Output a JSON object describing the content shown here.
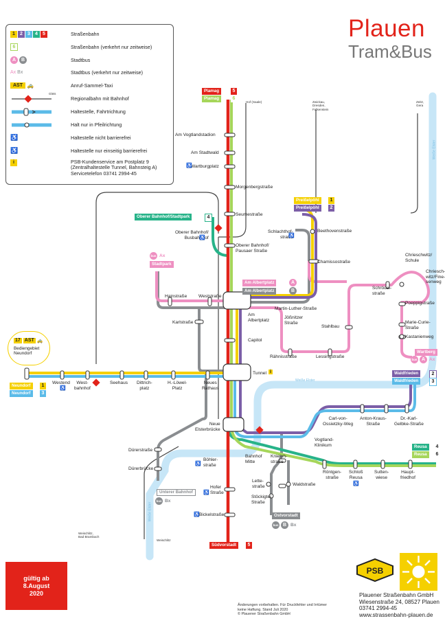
{
  "brand": {
    "line1": "Plauen",
    "line2": "Tram&Bus"
  },
  "legend": {
    "rows": [
      {
        "label": "Straßenbahn",
        "chips": [
          "1",
          "2",
          "3",
          "4",
          "5"
        ]
      },
      {
        "label": "Straßenbahn (verkehrt nur zeitweise)",
        "chips": [
          "6"
        ]
      },
      {
        "label": "Stadtbus",
        "chips": [
          "A",
          "B"
        ]
      },
      {
        "label": "Stadtbus (verkehrt nur zeitweise)",
        "chips": [
          "Ax",
          "Bx"
        ]
      },
      {
        "label": "Anruf-Sammel-Taxi",
        "chips": [
          "AST"
        ]
      },
      {
        "label": "Regionalbahn mit Bahnhof",
        "chips": []
      },
      {
        "label": "Haltestelle, Fahrtrichtung",
        "chips": []
      },
      {
        "label": "Halt nur in Pfeilrichtung",
        "chips": []
      },
      {
        "label": "Haltestelle nicht barrierefrei",
        "chips": []
      },
      {
        "label": "Haltestelle nur einseitig barrierefrei",
        "chips": []
      },
      {
        "label": "PSB-Kundenservice am Postplatz 9\n(Zentralhaltestelle Tunnel, Bahnsteig A)\nServicetelefon 03741 2994-45",
        "chips": [
          "i"
        ]
      }
    ],
    "gleis_label": "Gleis"
  },
  "colors": {
    "line1": "#f5d000",
    "line2": "#7b5ea7",
    "line3": "#5bbbe8",
    "line4": "#27b389",
    "line5": "#e2231a",
    "line6": "#a6d65a",
    "busA": "#ee8fc1",
    "busB": "#8a8d90",
    "river": "#c7e6f7",
    "rail": "#444444"
  },
  "terminals": {
    "plamag5": {
      "name": "Plamag",
      "num": "5"
    },
    "plamag6": {
      "name": "Plamag",
      "num": "6"
    },
    "oberer": {
      "name": "Oberer Bahnhof/Stadtpark",
      "num": "4"
    },
    "preissel1": {
      "name": "Preißelpöhl",
      "num": "1"
    },
    "preissel2": {
      "name": "Preißelpöhl",
      "num": "2"
    },
    "albertA": {
      "name": "Am Albertplatz",
      "num": "A"
    },
    "albertB": {
      "name": "Am Albertplatz",
      "num": "B"
    },
    "stadtpark": {
      "name": "Stadtpark",
      "num": "Ax"
    },
    "neundorf1": {
      "name": "Neundorf",
      "num": "1"
    },
    "neundorf3": {
      "name": "Neundorf",
      "num": "3"
    },
    "waldfrieden2": {
      "name": "Waldfrieden",
      "num": "2"
    },
    "waldfrieden3": {
      "name": "Waldfrieden",
      "num": "3"
    },
    "reusa4": {
      "name": "Reusa",
      "num": "4"
    },
    "reusa6": {
      "name": "Reusa",
      "num": "6"
    },
    "wartberg": {
      "name": "Wartberg",
      "num": "A",
      "num2": "Ax"
    },
    "unterer": {
      "name": "Unterer Bahnhof",
      "num": "Bx"
    },
    "ostvorstadt": {
      "name": "Ostvorstadt",
      "num": "B",
      "num2": "Bx"
    },
    "suedvorstadt": {
      "name": "Südvorstadt",
      "num": "5"
    }
  },
  "stops": {
    "vogtlandstadion": "Am Vogtlandstadion",
    "stadtwald": "Am Stadtwald",
    "wartburgplatz": "Wartburgplatz",
    "morgenberg": "Morgenbergstraße",
    "seume": "Seumestraße",
    "oberer_busbf": "Oberer Bahnhof/\nBusbahnhof",
    "oberer_pausaer": "Oberer Bahnhof/\nPausaer Straße",
    "schlachthof": "Schlachthof-\nstraße",
    "beethoven": "Beethovenstraße",
    "chamisso": "Chamissostraße",
    "hainstrasse": "Hainstraße",
    "weststrasse": "Weststraße",
    "karlstrasse": "Karlstraße",
    "am_albertplatz": "Am\nAlbertplatz",
    "martin_luther": "Martin-Luther-Straße",
    "joessnitzer": "Jößnitzer\nStraße",
    "stahlbau": "Stahlbau",
    "capitol": "Capitol",
    "raehnis": "Rähnisstraße",
    "lessing": "Lessingstraße",
    "schroedel": "Schrödel-\nstraße",
    "chrieschwitz_schule": "Chrieschwitz/\nSchule",
    "chrieschwitz_fine": "Chriesch-\nwitz/Fine-\nsenweg",
    "poeppig": "Poeppigstraße",
    "marie_curie": "Marie-Curie-\nStraße",
    "kastanienweg": "Kastanienweg",
    "tunnel": "Tunnel",
    "westend": "Westend",
    "westbahnhof": "West-\nbahnhof",
    "seehaus": "Seehaus",
    "dittrichplatz": "Dittrich-\nplatz",
    "hloewel": "H.-Löwel-\nPlatz",
    "neues_rathaus": "Neues\nRathaus",
    "neue_elsterbruecke": "Neue\nElsterbrücke",
    "duerer": "Dürerstraße",
    "duererbruecke": "Dürerbrücke",
    "boehler": "Böhler-\nstraße",
    "hofer": "Hofer\nStraße",
    "bickel": "Bickelstraße",
    "bahnhof_mitte": "Bahnhof\nMitte",
    "knieloh": "Knieloh-\nstraße",
    "lettestr": "Lette-\nstraße",
    "waldstrasse": "Waldstraße",
    "stoeckigter": "Stöckigter\nStraße",
    "vogtland_klinikum": "Vogtland-\nKlinikum",
    "ossietzky": "Carl-von-\nOssietzky-Weg",
    "anton_kraus": "Anton-Kraus-\nStraße",
    "gelbke": "Dr.-Karl-\nGelbke-Straße",
    "roentgen": "Röntgen-\nstraße",
    "schloss_reusa": "Schloß\nReusa",
    "suttenwiese": "Sutten-\nwiese",
    "hauptfriedhof": "Haupt-\nfriedhof"
  },
  "ast_box": {
    "num": "17",
    "label": "AST",
    "area": "Bediengebiet\nNeundorf"
  },
  "rail_notes": {
    "hof_saale": "Hof (Saale)",
    "zwickau": "Zwickau,\nDresden,\nFalkenstein",
    "gera": "Zeitz,\nGera",
    "weischlitz": "Weischlitz,\nBad Brambach",
    "weischlitz2": "Weischlitz"
  },
  "rivers": {
    "weisse_elster": "Weiße Elster"
  },
  "validity": "gültig ab\n8.August\n2020",
  "disclaimer": "Änderungen vorbehalten. Für Druckfehler und Irrtümer\nkeine Haftung. Stand Juli 2020\n© Plauener Straßenbahn GmbH",
  "company": {
    "name": "Plauener Straßenbahn GmbH",
    "address": "Wiesenstraße 24, 08527 Plauen",
    "phone": "03741 2994-45",
    "web": "www.strassenbahn-plauen.de",
    "logo_text": "PSB"
  }
}
